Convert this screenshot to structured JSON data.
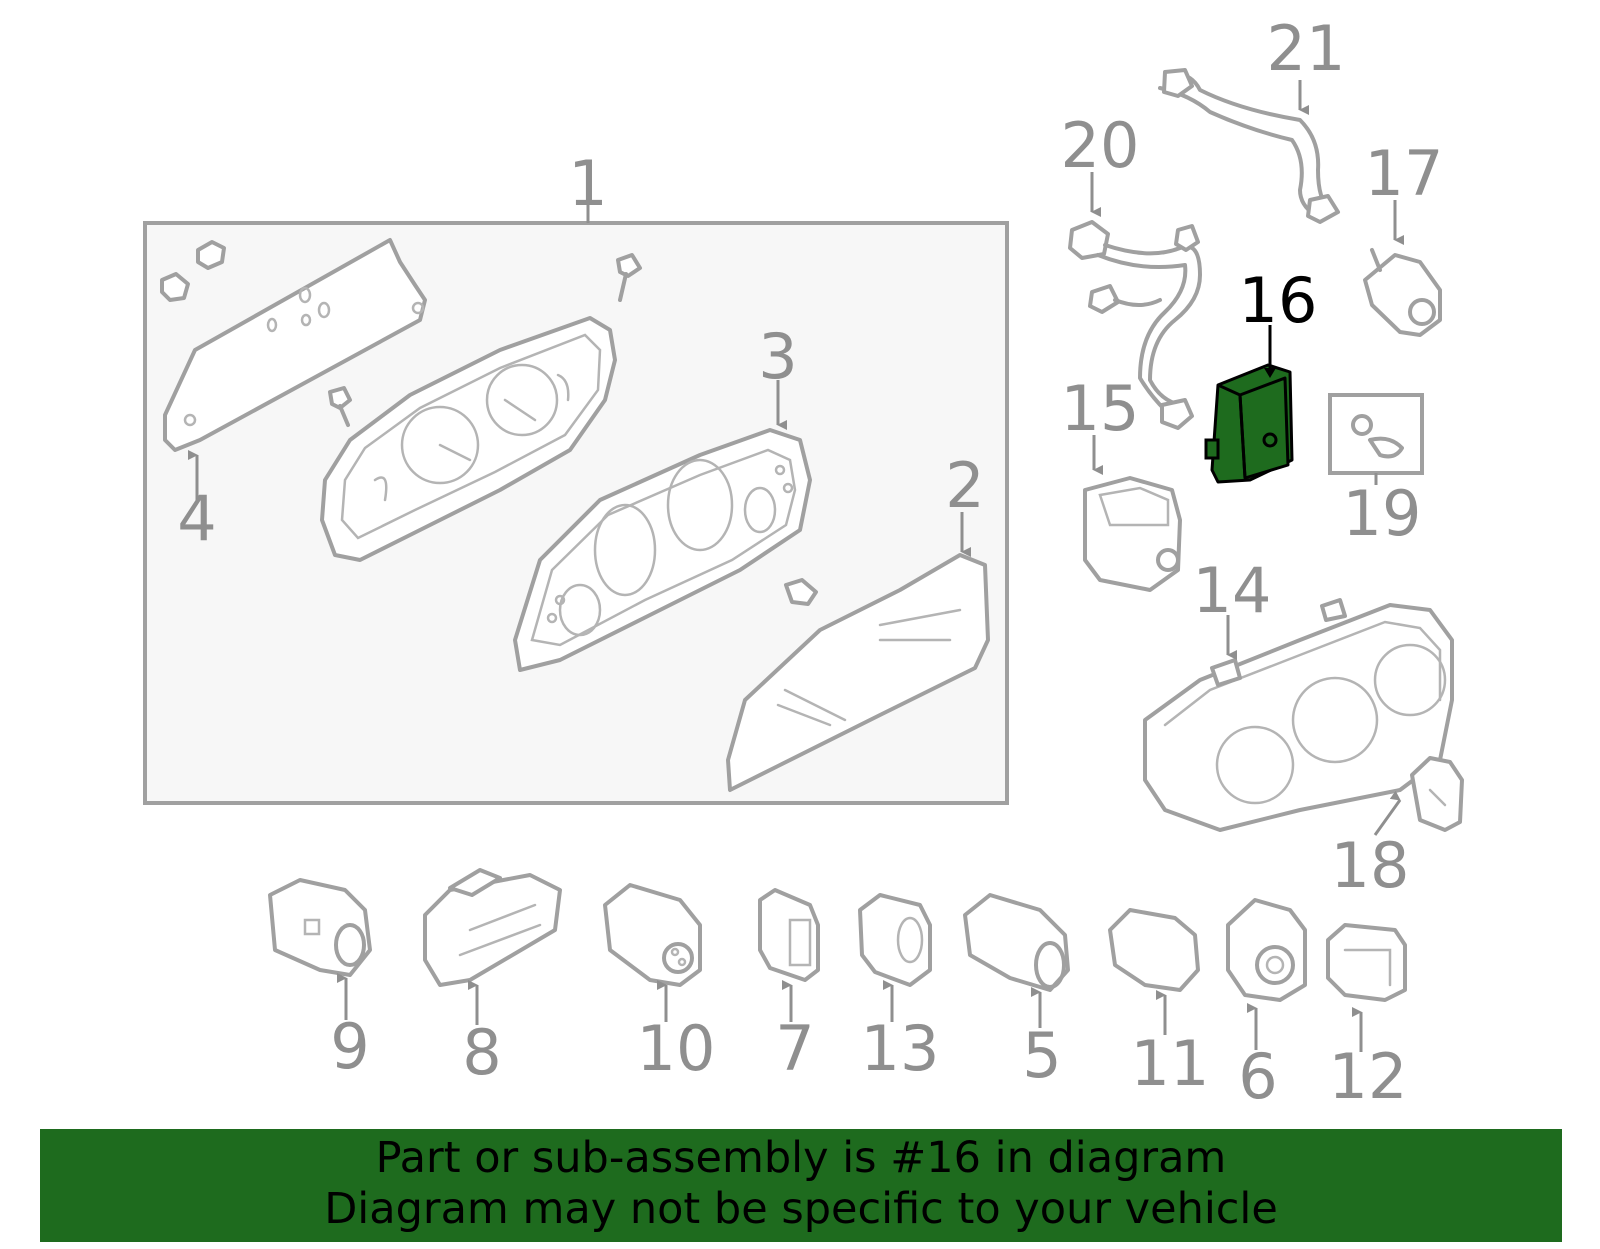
{
  "callouts": {
    "c1": "1",
    "c2": "2",
    "c3": "3",
    "c4": "4",
    "c5": "5",
    "c6": "6",
    "c7": "7",
    "c8": "8",
    "c9": "9",
    "c10": "10",
    "c11": "11",
    "c12": "12",
    "c13": "13",
    "c14": "14",
    "c15": "15",
    "c16": "16",
    "c17": "17",
    "c18": "18",
    "c19": "19",
    "c20": "20",
    "c21": "21"
  },
  "highlight": {
    "part": "16",
    "color": "#1e6b1e"
  },
  "banner": {
    "line1": "Part or sub-assembly is #16 in diagram",
    "line2": "Diagram may not be specific to your vehicle",
    "background": "#1e6b1e"
  }
}
